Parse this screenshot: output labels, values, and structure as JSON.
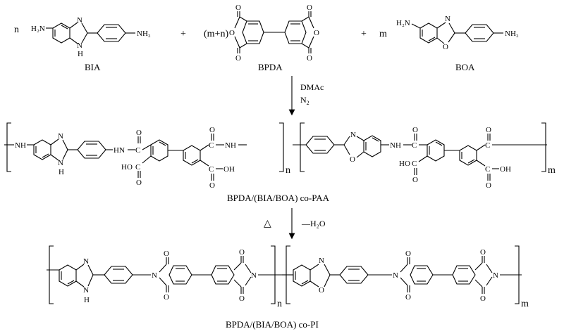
{
  "reactants": {
    "bia": {
      "coef": "n",
      "name": "BIA",
      "amine1": "H₂N",
      "amine2": "NH₂",
      "n_label": "N",
      "h_label": "H"
    },
    "plus1": "+",
    "bpda": {
      "coef": "(m+n)",
      "name": "BPDA",
      "o_label": "O"
    },
    "plus2": "+",
    "boa": {
      "coef": "m",
      "name": "BOA",
      "amine1": "H₂N",
      "amine2": "NH₂",
      "n_label": "N",
      "o_label": "O"
    }
  },
  "step1": {
    "solvent": "DMAc",
    "gas": "N",
    "gas_sub": "2"
  },
  "paa": {
    "name": "BPDA/(BIA/BOA) co-PAA",
    "nh_left": "NH",
    "hn_link": "HN",
    "c_label": "C",
    "nh_link": "NH",
    "ho_left": "HO",
    "oh_right": "OH",
    "n_sub": "n",
    "m_sub": "m",
    "ho2": "HO",
    "oh2": "OH",
    "nh2_link": "NH",
    "o_label": "O",
    "n_label": "N",
    "h_label": "H"
  },
  "step2": {
    "heat": "△",
    "loss": "—H₂O"
  },
  "pi": {
    "name": "BPDA/(BIA/BOA) co-PI",
    "n_sub": "n",
    "m_sub": "m",
    "o_label": "O",
    "n_label": "N",
    "h_label": "H"
  }
}
